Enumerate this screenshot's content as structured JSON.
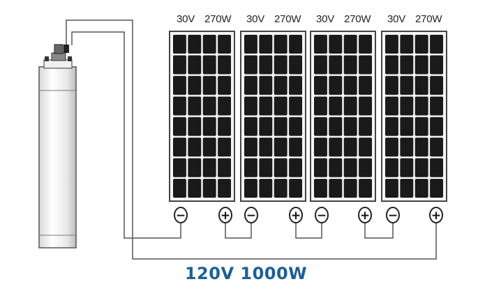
{
  "panels": [
    {
      "voltage": "30V",
      "power": "270W"
    },
    {
      "voltage": "30V",
      "power": "270W"
    },
    {
      "voltage": "30V",
      "power": "270W"
    },
    {
      "voltage": "30V",
      "power": "270W"
    }
  ],
  "terminals": {
    "negative": "−",
    "positive": "+"
  },
  "system_label": "120V 1000W",
  "colors": {
    "wire": "#555555",
    "panel_cell": "#1a1a1a",
    "panel_frame": "#444444",
    "label_blue": "#1e5f96"
  }
}
